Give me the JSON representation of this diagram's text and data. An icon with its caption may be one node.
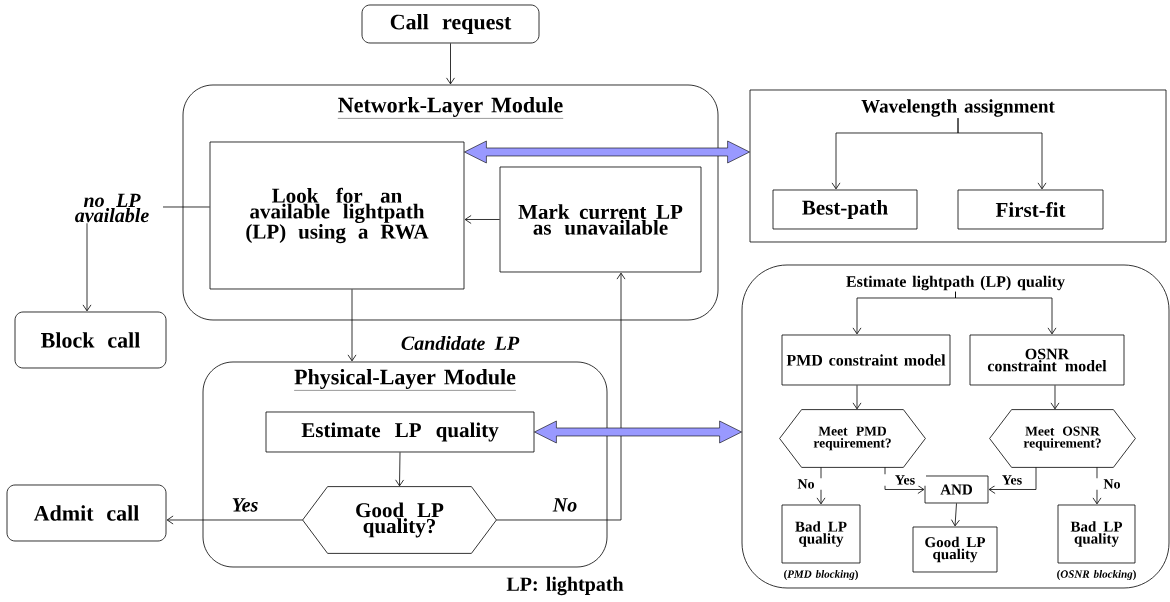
{
  "diagram": {
    "nodes": [
      {
        "text": [
          "Call request"
        ]
      },
      {
        "text": [
          "Network-Layer Module"
        ]
      },
      {
        "text": [
          "Look for an available lightpath (LP) using a RWA"
        ],
        "in": 1
      },
      {
        "text": [
          "Mark current LP as unavailable"
        ],
        "in": 1
      },
      {
        "text": [
          "Wavelength assignment"
        ]
      },
      {
        "text": [
          "Best-path"
        ],
        "in": 4
      },
      {
        "text": [
          "First-fit"
        ],
        "in": 4
      },
      {
        "text": [
          "Block call"
        ]
      },
      {
        "text": [
          "Physical-Layer Module"
        ]
      },
      {
        "text": [
          "Estimate LP quality"
        ],
        "in": 8
      },
      {
        "text": [
          "Good LP quality?"
        ],
        "in": 8
      },
      {
        "text": [
          "Admit call"
        ]
      },
      {
        "text": [
          "Estimate lightpath (LP) quality"
        ]
      },
      {
        "text": [
          "PMD constraint model"
        ],
        "in": 12
      },
      {
        "text": [
          "OSNR constraint model"
        ],
        "in": 12
      },
      {
        "text": [
          "Meet PMD requirement?"
        ],
        "in": 12
      },
      {
        "text": [
          "Meet OSNR requirement?"
        ],
        "in": 12
      },
      {
        "text": [
          "AND"
        ],
        "in": 12
      },
      {
        "text": [
          "Bad LP quality"
        ],
        "in": 12,
        "beside": [
          "(*PMD blocking*)"
        ]
      },
      {
        "text": [
          "Good LP quality"
        ],
        "in": 12
      },
      {
        "text": [
          "Bad LP quality"
        ],
        "in": 12,
        "beside": [
          "(*OSNR blocking*)"
        ]
      }
    ],
    "edges": [
      {
        "from": 0,
        "to": 1,
        "arrow": "to"
      },
      {
        "from": 3,
        "to": 2,
        "arrow": "to"
      },
      {
        "from": 2,
        "to": 7,
        "arrow": "to",
        "label": "no LP available"
      },
      {
        "from": 2,
        "to": 8,
        "arrow": "to",
        "label": "Candidate LP"
      },
      {
        "from": 9,
        "to": 10,
        "arrow": "to"
      },
      {
        "from": 10,
        "to": 11,
        "arrow": "to",
        "label": "Yes"
      },
      {
        "from": 10,
        "to": 3,
        "arrow": "to",
        "label": "No"
      },
      {
        "from": 2,
        "to": 4,
        "arrow": "both",
        "style": "thick",
        "color": "#9999ff"
      },
      {
        "from": 9,
        "to": 12,
        "arrow": "both",
        "style": "thick",
        "color": "#9999ff"
      },
      {
        "from": 4,
        "to": 5,
        "arrow": "to"
      },
      {
        "from": 4,
        "to": 6,
        "arrow": "to"
      },
      {
        "from": 12,
        "to": 13,
        "arrow": "to"
      },
      {
        "from": 12,
        "to": 14,
        "arrow": "to"
      },
      {
        "from": 13,
        "to": 15,
        "arrow": "to"
      },
      {
        "from": 14,
        "to": 16,
        "arrow": "to"
      },
      {
        "from": 15,
        "to": 18,
        "arrow": "to",
        "label": "No"
      },
      {
        "from": 16,
        "to": 20,
        "arrow": "to",
        "label": "No"
      },
      {
        "from": 15,
        "to": 17,
        "arrow": "to",
        "label": "Yes"
      },
      {
        "from": 16,
        "to": 17,
        "arrow": "to",
        "label": "Yes"
      },
      {
        "from": 17,
        "to": 19,
        "arrow": "to"
      }
    ],
    "labels": [
      "LP: lightpath"
    ]
  }
}
